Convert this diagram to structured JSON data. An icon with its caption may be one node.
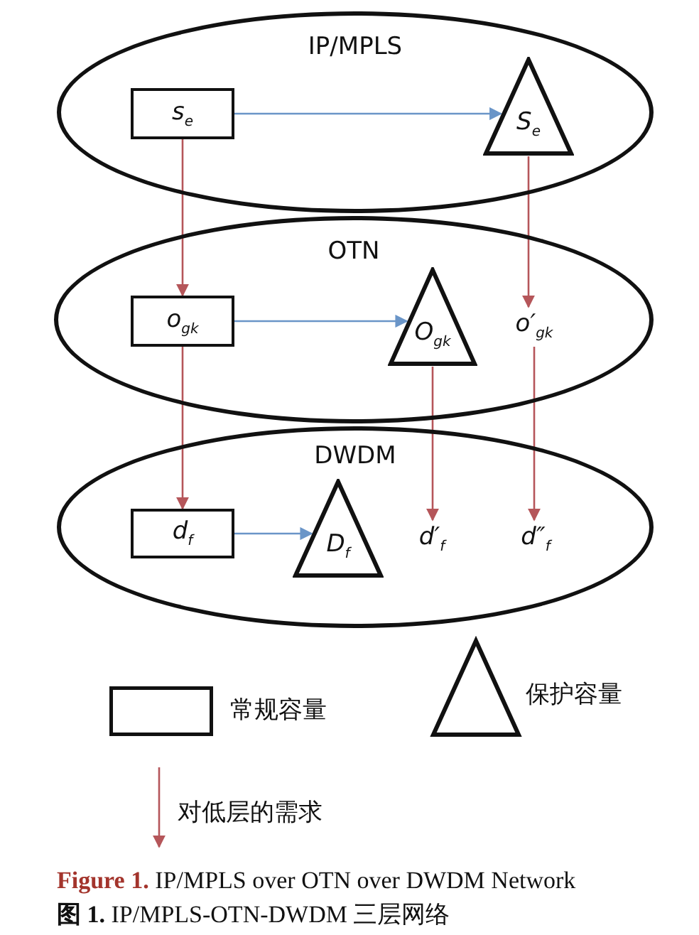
{
  "diagram": {
    "caption": "**Figure 1.** IP/MPLS over OTN over DWDM Network",
    "nodes": [
      {
        "text": [
          "IP/MPLS"
        ]
      },
      {
        "text": [
          "s$_{e}$"
        ],
        "in": 0
      },
      {
        "text": [
          "S$_{e}$"
        ],
        "in": 0
      },
      {
        "text": [
          "OTN"
        ]
      },
      {
        "text": [
          "o$_{gk}$"
        ],
        "in": 3
      },
      {
        "text": [
          "O$_{gk}$"
        ],
        "in": 3
      },
      {
        "text": [
          "o′$_{gk}$"
        ],
        "in": 3
      },
      {
        "text": [
          "DWDM"
        ]
      },
      {
        "text": [
          "d$_{f}$"
        ],
        "in": 7
      },
      {
        "text": [
          "D$_{f}$"
        ],
        "in": 7
      },
      {
        "text": [
          "d′$_{f}$"
        ],
        "in": 7
      },
      {
        "text": [
          "d″$_{f}$"
        ],
        "in": 7
      }
    ],
    "edges": [
      {
        "from": 1,
        "to": 2,
        "arrow": "to",
        "color": "#6a95c8"
      },
      {
        "from": 1,
        "to": 4,
        "arrow": "to"
      },
      {
        "from": 2,
        "to": 6,
        "arrow": "to"
      },
      {
        "from": 4,
        "to": 5,
        "arrow": "to",
        "color": "#6a95c8"
      },
      {
        "from": 4,
        "to": 8,
        "arrow": "to"
      },
      {
        "from": 5,
        "to": 10,
        "arrow": "to"
      },
      {
        "from": 6,
        "to": 11,
        "arrow": "to"
      },
      {
        "from": 8,
        "to": 9,
        "arrow": "to",
        "color": "#6a95c8"
      }
    ],
    "labels": [
      "**图 1.** IP/MPLS-OTN-DWDM 三层网络"
    ],
    "legend": [
      {
        "text": "常规容量"
      },
      {
        "text": "保护容量"
      },
      {
        "text": "对低层的需求"
      }
    ]
  }
}
